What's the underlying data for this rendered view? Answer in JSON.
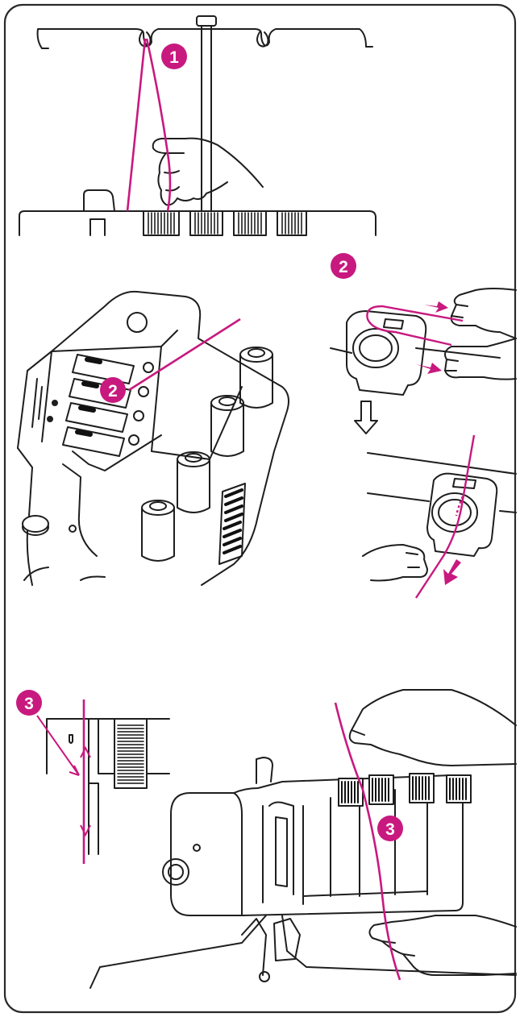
{
  "colors": {
    "accent": "#c8197f",
    "line": "#1e1e1e",
    "dark": "#111111",
    "frame": "#2a2a2a"
  },
  "steps": {
    "step1": {
      "label": "1"
    },
    "step2_machine": {
      "label": "2"
    },
    "step2_header": {
      "label": "2"
    },
    "step3_detail": {
      "label": "3"
    },
    "step3_machine": {
      "label": "3"
    }
  }
}
